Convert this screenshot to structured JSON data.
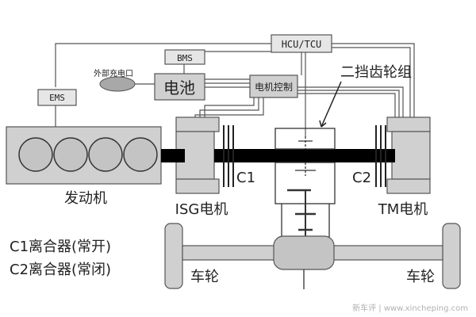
{
  "labels": {
    "hcu_tcu": "HCU/TCU",
    "bms": "BMS",
    "ems": "EMS",
    "charge_port": "外部充电口",
    "battery": "电池",
    "motor_control": "电机控制",
    "second_gear_set": "二挡齿轮组",
    "clutch_c1": "C1",
    "clutch_c2": "C2",
    "engine": "发动机",
    "isg_motor": "ISG电机",
    "tm_motor": "TM电机",
    "wheel_left": "车轮",
    "wheel_right": "车轮"
  },
  "legend": {
    "c1_note": "C1离合器(常开)",
    "c2_note": "C2离合器(常闭)"
  },
  "watermark": "新车评 | www.xincheping.com",
  "colors": {
    "line": "#555555",
    "box_fill": "#d0d0d0",
    "shaft": "#000000"
  }
}
